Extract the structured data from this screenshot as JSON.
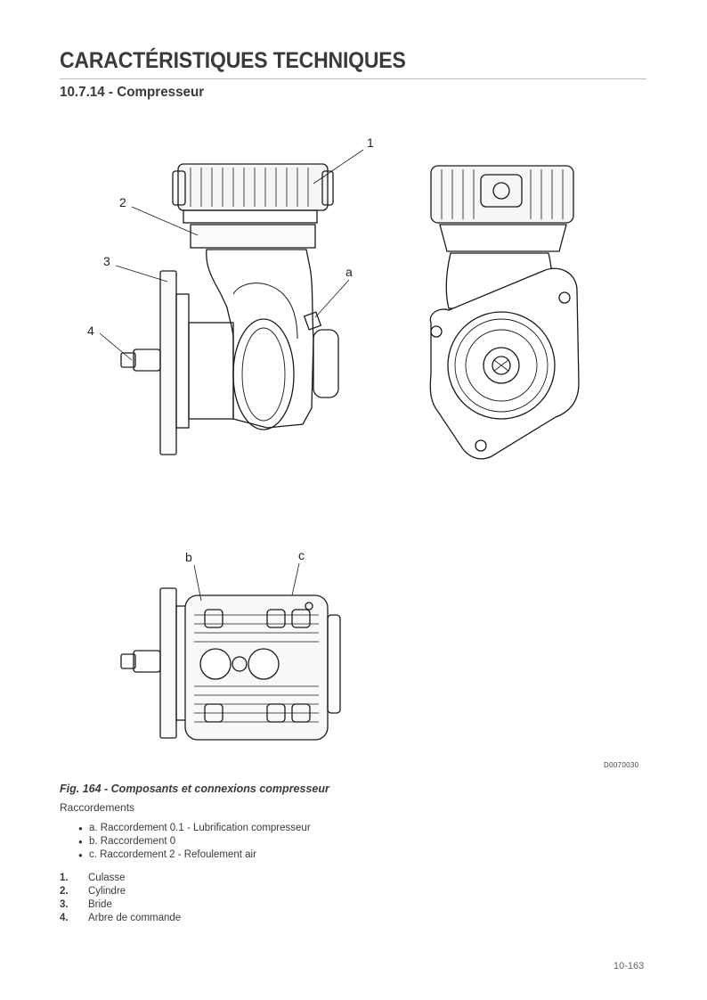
{
  "header": {
    "title": "CARACTÉRISTIQUES TECHNIQUES",
    "section": "10.7.14 - Compresseur"
  },
  "figure": {
    "callouts": {
      "c1": "1",
      "c2": "2",
      "c3": "3",
      "c4": "4",
      "ca": "a",
      "cb": "b",
      "cc": "c"
    },
    "code": "D0070030",
    "caption": "Fig. 164 - Composants et connexions compresseur"
  },
  "connections": {
    "heading": "Raccordements",
    "items": [
      "a. Raccordement 0.1 - Lubrification compresseur",
      "b. Raccordement 0",
      "c. Raccordement 2 - Refoulement air"
    ]
  },
  "components": [
    {
      "num": "1.",
      "label": "Culasse"
    },
    {
      "num": "2.",
      "label": "Cylindre"
    },
    {
      "num": "3.",
      "label": "Bride"
    },
    {
      "num": "4.",
      "label": "Arbre de commande"
    }
  ],
  "footer": {
    "page_number": "10-163"
  }
}
